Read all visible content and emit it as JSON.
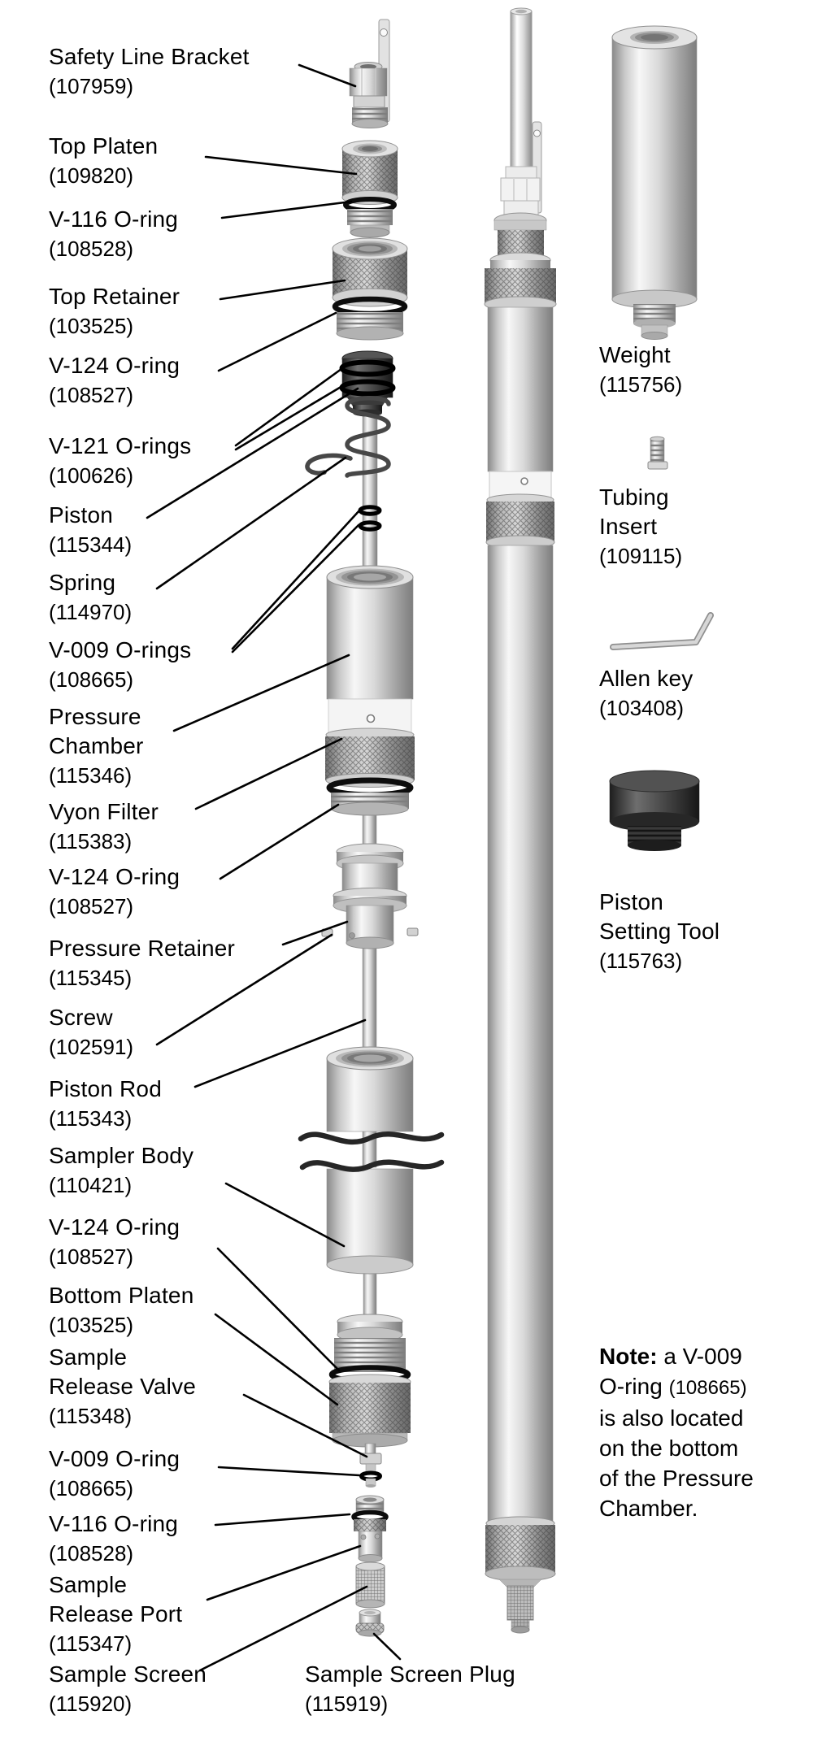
{
  "palette": {
    "text": "#000000",
    "leader_line": "#000000",
    "oring": "#0d0d0d",
    "metal_highlight": "#f7f7f7",
    "metal_shadow": "#7d7d7d",
    "piston_dark": "#2a2a2a",
    "background": "#ffffff"
  },
  "parts": [
    {
      "id": "safety-line-bracket",
      "name": "Safety Line Bracket",
      "number": "(107959)"
    },
    {
      "id": "top-platen",
      "name": "Top Platen",
      "number": "(109820)"
    },
    {
      "id": "v116-oring-top",
      "name": "V-116 O-ring",
      "number": "(108528)"
    },
    {
      "id": "top-retainer",
      "name": "Top Retainer",
      "number": "(103525)"
    },
    {
      "id": "v124-oring-top",
      "name": "V-124 O-ring",
      "number": "(108527)"
    },
    {
      "id": "v121-orings",
      "name": "V-121 O-rings",
      "number": "(100626)"
    },
    {
      "id": "piston",
      "name": "Piston",
      "number": "(115344)"
    },
    {
      "id": "spring",
      "name": "Spring",
      "number": "(114970)"
    },
    {
      "id": "v009-orings",
      "name": "V-009 O-rings",
      "number": "(108665)"
    },
    {
      "id": "pressure-chamber",
      "name": "Pressure Chamber",
      "number": "(115346)"
    },
    {
      "id": "vyon-filter",
      "name": "Vyon Filter",
      "number": "(115383)"
    },
    {
      "id": "v124-oring-mid",
      "name": "V-124 O-ring",
      "number": "(108527)"
    },
    {
      "id": "pressure-retainer",
      "name": "Pressure Retainer",
      "number": "(115345)"
    },
    {
      "id": "screw",
      "name": "Screw",
      "number": "(102591)"
    },
    {
      "id": "piston-rod",
      "name": "Piston Rod",
      "number": "(115343)"
    },
    {
      "id": "sampler-body",
      "name": "Sampler Body",
      "number": "(110421)"
    },
    {
      "id": "v124-oring-bottom",
      "name": "V-124 O-ring",
      "number": "(108527)"
    },
    {
      "id": "bottom-platen",
      "name": "Bottom Platen",
      "number": "(103525)"
    },
    {
      "id": "sample-release-valve",
      "name": "Sample Release Valve",
      "number": "(115348)"
    },
    {
      "id": "v009-oring-bottom",
      "name": "V-009 O-ring",
      "number": "(108665)"
    },
    {
      "id": "v116-oring-bottom",
      "name": "V-116 O-ring",
      "number": "(108528)"
    },
    {
      "id": "sample-release-port",
      "name": "Sample Release Port",
      "number": "(115347)"
    },
    {
      "id": "sample-screen",
      "name": "Sample Screen",
      "number": "(115920)"
    },
    {
      "id": "sample-screen-plug",
      "name": "Sample Screen Plug",
      "number": "(115919)"
    }
  ],
  "side_items": [
    {
      "id": "weight",
      "name": "Weight",
      "number": "(115756)"
    },
    {
      "id": "tubing-insert",
      "name": "Tubing Insert",
      "number": "(109115)"
    },
    {
      "id": "allen-key",
      "name": "Allen key",
      "number": "(103408)"
    },
    {
      "id": "piston-setting-tool",
      "name": "Piston Setting Tool",
      "number": "(115763)"
    }
  ],
  "note": {
    "bold": "Note:",
    "rest1": "a V-009",
    "line2_text": "O-ring",
    "line2_number": "(108665)",
    "line3": "is also located",
    "line4": "on the bottom",
    "line5": "of the Pressure",
    "line6": "Chamber."
  }
}
